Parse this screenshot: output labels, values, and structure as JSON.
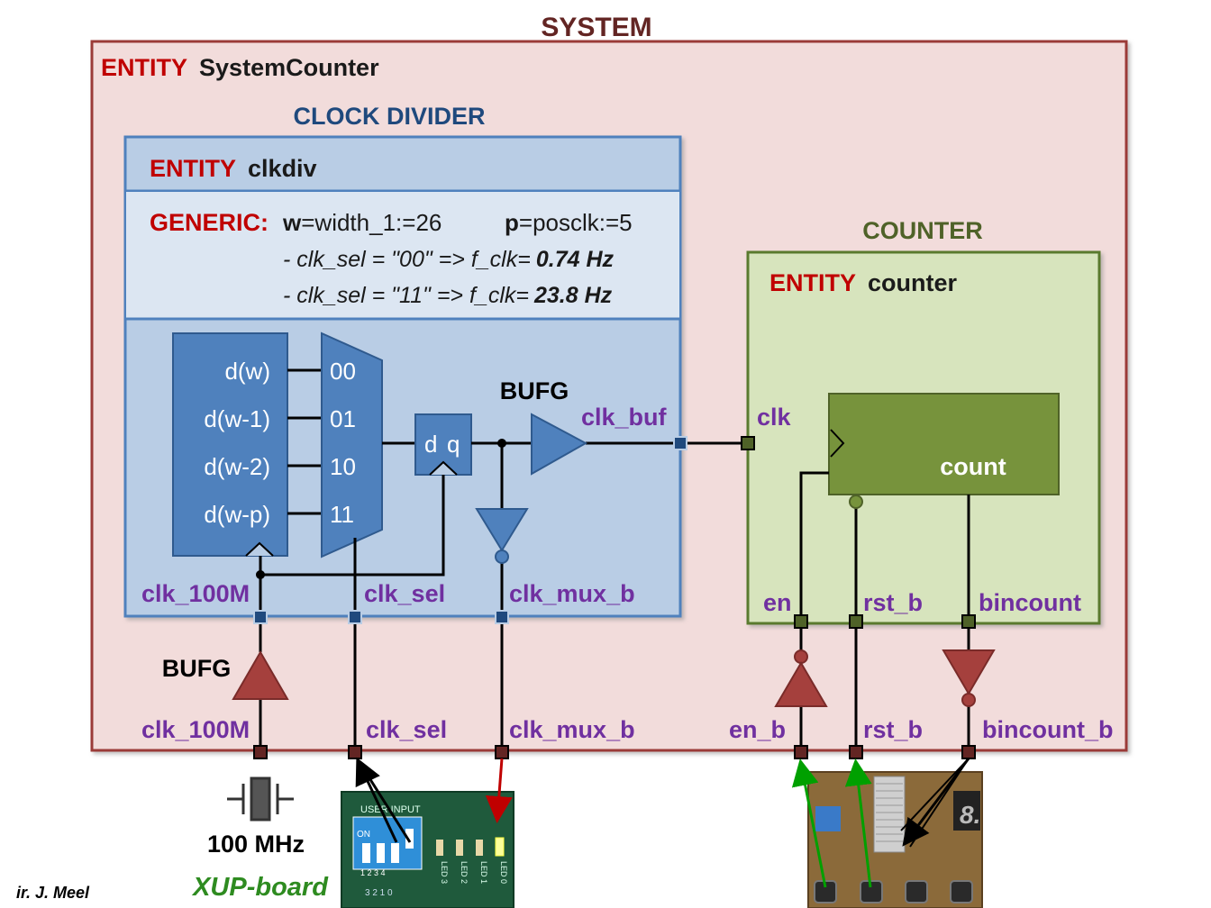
{
  "colors": {
    "system_fill": "#f2dcdb",
    "system_border": "#9b3b38",
    "clkdiv_fill": "#b9cde5",
    "generic_fill": "#dce6f2",
    "block_blue": "#4f81bd",
    "block_blue_dark": "#2f5a8e",
    "counter_fill": "#d7e4bd",
    "counter_border": "#5a7a2e",
    "counter_block": "#77933c",
    "buf_red": "#a5403d",
    "label_purple": "#7030a0",
    "label_red": "#c00000",
    "label_darkred": "#632523",
    "label_navy": "#1f497d",
    "label_olive": "#4f6228",
    "wire_green": "#00a000"
  },
  "system": {
    "title": "SYSTEM",
    "entity_kw": "ENTITY",
    "entity_name": "SystemCounter"
  },
  "clockdiv": {
    "title": "CLOCK DIVIDER",
    "entity_kw": "ENTITY",
    "entity_name": "clkdiv",
    "generic_kw": "GENERIC:",
    "generic_w_sym": "w",
    "generic_w_val": "=width_1:=26",
    "generic_p_sym": "p",
    "generic_p_val": "=posclk:=5",
    "sel00_text": "- clk_sel = \"00\" => f_clk=",
    "sel00_freq": "0.74 Hz",
    "sel11_text": "- clk_sel = \"11\" => f_clk=",
    "sel11_freq": "23.8 Hz",
    "divider_outputs": [
      "d(w)",
      "d(w-1)",
      "d(w-2)",
      "d(w-p)"
    ],
    "mux_inputs": [
      "00",
      "01",
      "10",
      "11"
    ],
    "ff_d": "d",
    "ff_q": "q",
    "bufg_label": "BUFG",
    "clk_buf": "clk_buf",
    "port_clk_100M": "clk_100M",
    "port_clk_sel": "clk_sel",
    "port_clk_mux_b": "clk_mux_b"
  },
  "counter": {
    "title": "COUNTER",
    "entity_kw": "ENTITY",
    "entity_name": "counter",
    "port_clk": "clk",
    "block_label": "count",
    "port_en": "en",
    "port_rst_b": "rst_b",
    "port_bincount": "bincount"
  },
  "system_ports": {
    "bufg_label": "BUFG",
    "clk_100M": "clk_100M",
    "clk_sel": "clk_sel",
    "clk_mux_b": "clk_mux_b",
    "en_b": "en_b",
    "rst_b": "rst_b",
    "bincount_b": "bincount_b"
  },
  "board": {
    "oscillator": "100 MHz",
    "name": "XUP-board",
    "user_input": "USER INPUT",
    "switch_on": "ON",
    "switch_nums": "1 2 3 4",
    "switch_nums_bottom": "3 2 1 0",
    "leds": [
      "LED 3",
      "LED 2",
      "LED 1",
      "LED 0"
    ],
    "segment_digit": "8."
  },
  "author": "ir. J. Meel"
}
